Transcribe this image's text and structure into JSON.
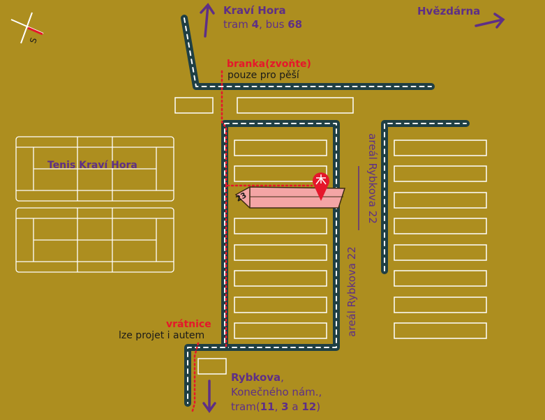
{
  "compass": {
    "letter": "S"
  },
  "north": {
    "title": "Kraví Hora",
    "transit_prefix": "tram ",
    "tram": "4",
    "sep": ", bus ",
    "bus": "68"
  },
  "observatory": {
    "label": "Hvězdárna"
  },
  "gate_top": {
    "title": "branka(zvoňte)",
    "note": "pouze pro pěší"
  },
  "tennis": {
    "label": "Tenis Kraví Hora"
  },
  "building": {
    "number": "23"
  },
  "complex_east": {
    "label": "areál Rybkova 22"
  },
  "complex_main": {
    "label": "areál Rybkova 22"
  },
  "gatehouse": {
    "title": "vrátnice",
    "note": "lze projet i autem"
  },
  "south": {
    "title": "Rybkova",
    "comma": ",",
    "line2": "Konečného nám.,",
    "tram_prefix": "tram(",
    "t1": "11",
    "sep1": ", ",
    "t2": "3",
    "sep2": " a ",
    "t3": "12",
    "suffix": ")"
  },
  "colors": {
    "background": "#ad8e1f",
    "road": "#1f3f44",
    "road_dash": "#ffffff",
    "path": "#e5172b",
    "labels": "#5e2f86",
    "building": "#f4a5a5",
    "marker": "#e5172b"
  }
}
